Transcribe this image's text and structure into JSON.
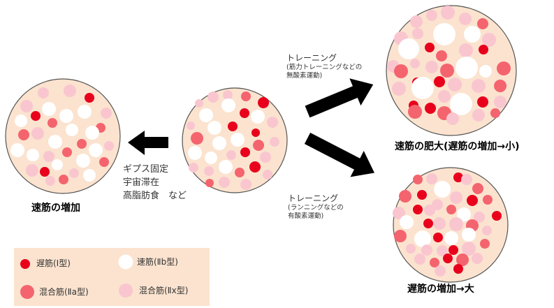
{
  "colors": {
    "panel_bg": "#fbe3cf",
    "dish_fill": "#fbe3cf",
    "dish_stroke": "#555555",
    "slow": "#e8001c",
    "mixed_a": "#f4646e",
    "fast": "#ffffff",
    "mixed_x": "#f9c6cf",
    "arrow": "#000000"
  },
  "captions": {
    "fast_increase": "速筋の増加",
    "hypertrophy": "速筋の肥大(遅筋の増加→小)",
    "slow_increase": "遅筋の増加→大"
  },
  "conditions": {
    "line1": "ギプス固定",
    "line2": "宇宙滞在",
    "line3": "高脂肪食　など"
  },
  "training_upper": {
    "title": "トレーニング",
    "sub1": "(筋力トレーニングなどの",
    "sub2": "無酸素運動)"
  },
  "training_lower": {
    "title": "トレーニング",
    "sub1": "(ランニングなどの",
    "sub2": "有酸素運動)"
  },
  "legend": {
    "slow": "遅筋(Ⅰ型)",
    "fast_b": "速筋(Ⅱb型)",
    "mixed_a": "混合筋(Ⅱa型)",
    "mixed_x": "混合筋(Ⅱx型)"
  }
}
